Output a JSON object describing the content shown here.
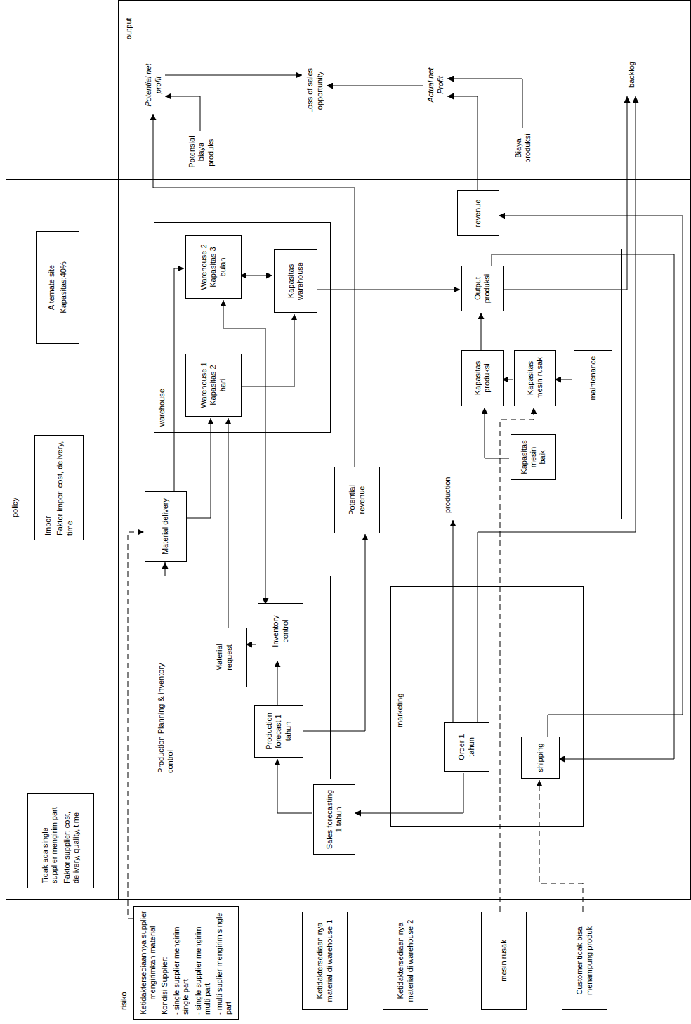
{
  "diagram": {
    "nodes": [
      {
        "text": [
          "policy"
        ]
      },
      {
        "text": [
          "Tidak ada single supplier mengirim part",
          "Faktor supplier: cost, delivery, quality, time"
        ],
        "in": 0
      },
      {
        "text": [
          "Impor",
          "Faktor impor: cost, delivery, time"
        ],
        "in": 0
      },
      {
        "text": [
          "Alternate site",
          "Kapasitas:40%"
        ],
        "in": 0
      },
      {
        "text": [
          "Production Planning & inventory control"
        ],
        "in": 0
      },
      {
        "text": [
          "Material request"
        ],
        "in": 4
      },
      {
        "text": [
          "Production forecast 1 tahun"
        ],
        "in": 4
      },
      {
        "text": [
          "Inventory control"
        ],
        "in": 4
      },
      {
        "text": [
          "Sales forecasting 1 tahun"
        ],
        "in": 0
      },
      {
        "text": [
          "Material delivery"
        ],
        "in": 0
      },
      {
        "text": [
          "Potential revenue"
        ],
        "in": 0
      },
      {
        "text": [
          "warehouse"
        ],
        "in": 0
      },
      {
        "text": [
          "Warehouse 1 Kapasitas 2 hari"
        ],
        "in": 11
      },
      {
        "text": [
          "Warehouse 2 Kapasitas 3 bulan"
        ],
        "in": 11
      },
      {
        "text": [
          "Kapasitas warehouse"
        ],
        "in": 11
      },
      {
        "text": [
          "marketing"
        ],
        "in": 0
      },
      {
        "text": [
          "Order 1 tahun"
        ],
        "in": 15
      },
      {
        "text": [
          "shipping"
        ],
        "in": 15
      },
      {
        "text": [
          "production"
        ],
        "in": 0
      },
      {
        "text": [
          "Kapasitas mesin baik"
        ],
        "in": 18
      },
      {
        "text": [
          "Kapasitas produksi"
        ],
        "in": 18
      },
      {
        "text": [
          "Kapasitas mesin rusak"
        ],
        "in": 18
      },
      {
        "text": [
          "maintenance"
        ],
        "in": 18
      },
      {
        "text": [
          "Output produksi"
        ],
        "in": 18
      },
      {
        "text": [
          "revenue"
        ],
        "in": 0
      },
      {
        "text": [
          "output"
        ]
      },
      {
        "text": [
          "Potential net profit"
        ],
        "in": 25
      },
      {
        "text": [
          "Potensial biaya produksi"
        ],
        "in": 25
      },
      {
        "text": [
          "Loss of sales opportunity"
        ],
        "in": 25
      },
      {
        "text": [
          "Actual net Profit"
        ],
        "in": 25
      },
      {
        "text": [
          "Biaya produksi"
        ],
        "in": 25
      },
      {
        "text": [
          "backlog"
        ],
        "in": 25
      },
      {
        "text": [
          "Ketidaktersediaannya supplier mengirimkan material",
          "Kondisi Supplier:",
          "- single supplier mengirim single part",
          "- single supplier mengirim multi part",
          "- multi suplier mengirim single part"
        ]
      },
      {
        "text": [
          "Ketidaktersediaan nya material di warehouse 1"
        ]
      },
      {
        "text": [
          "Ketidaktersediaan nya material di warehouse 2"
        ]
      },
      {
        "text": [
          "mesin rusak"
        ]
      },
      {
        "text": [
          "Customer tidak bisa menampung produk"
        ]
      }
    ],
    "edges": [
      {
        "from": 4,
        "to": 9,
        "arrow": "to"
      },
      {
        "from": 32,
        "to": 9,
        "arrow": "to"
      },
      {
        "from": 9,
        "to": 12,
        "arrow": "to"
      },
      {
        "from": 9,
        "to": 13,
        "arrow": "to"
      },
      {
        "from": 5,
        "to": 12,
        "arrow": "to"
      },
      {
        "from": 7,
        "to": 5,
        "arrow": "to"
      },
      {
        "from": 6,
        "to": 7,
        "arrow": "to"
      },
      {
        "from": 8,
        "to": 6,
        "arrow": "to"
      },
      {
        "from": 16,
        "to": 8,
        "arrow": "to"
      },
      {
        "from": 6,
        "to": 10,
        "arrow": "to"
      },
      {
        "from": 7,
        "to": 13,
        "arrow": "both"
      },
      {
        "from": 12,
        "to": 14,
        "arrow": "to"
      },
      {
        "from": 13,
        "to": 14,
        "arrow": "both"
      },
      {
        "from": 14,
        "to": 23,
        "arrow": "to"
      },
      {
        "from": 19,
        "to": 20,
        "arrow": "to"
      },
      {
        "from": 21,
        "to": 20,
        "arrow": "to"
      },
      {
        "from": 22,
        "to": 21,
        "arrow": "to"
      },
      {
        "from": 20,
        "to": 23,
        "arrow": "to"
      },
      {
        "from": 35,
        "to": 21,
        "arrow": "to"
      },
      {
        "from": 16,
        "to": 18,
        "arrow": "to"
      },
      {
        "from": 23,
        "to": 17,
        "arrow": "to"
      },
      {
        "from": 36,
        "to": 17,
        "arrow": "to"
      },
      {
        "from": 17,
        "to": 24,
        "arrow": "to"
      },
      {
        "from": 23,
        "to": 31,
        "arrow": "to"
      },
      {
        "from": 16,
        "to": 31,
        "arrow": "to"
      },
      {
        "from": 10,
        "to": 26,
        "arrow": "to"
      },
      {
        "from": 27,
        "to": 26,
        "arrow": "to"
      },
      {
        "from": 26,
        "to": 28,
        "arrow": "to"
      },
      {
        "from": 29,
        "to": 28,
        "arrow": "to"
      },
      {
        "from": 24,
        "to": 29,
        "arrow": "to"
      },
      {
        "from": 30,
        "to": 29,
        "arrow": "to"
      }
    ],
    "labels": [
      "risiko"
    ]
  }
}
